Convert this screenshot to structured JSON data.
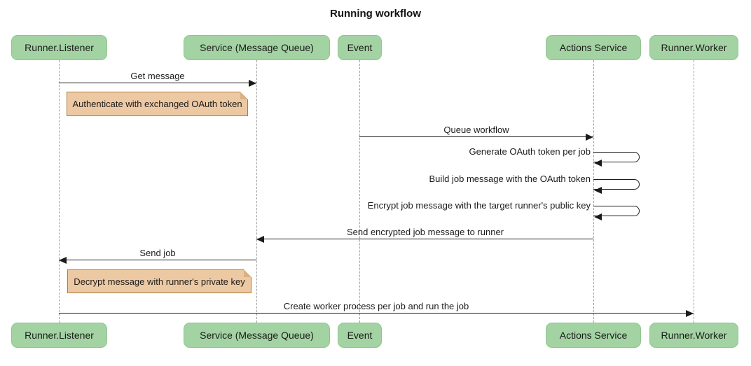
{
  "title": "Running workflow",
  "diagram_type": "sequence",
  "colors": {
    "actor_fill": "#a3d3a3",
    "actor_border": "#8fc48f",
    "note_fill": "#edc9a3",
    "note_border": "#aa7d3f",
    "note_fold": "#d9b183",
    "lifeline": "#a0a0a0",
    "arrow": "#1b1b1b"
  },
  "participants": [
    {
      "id": "runner-listener",
      "label": "Runner.Listener"
    },
    {
      "id": "service-message-queue",
      "label": "Service (Message Queue)"
    },
    {
      "id": "event",
      "label": "Event"
    },
    {
      "id": "actions-service",
      "label": "Actions Service"
    },
    {
      "id": "runner-worker",
      "label": "Runner.Worker"
    }
  ],
  "messages": [
    {
      "label": "Get message",
      "from": "Runner.Listener",
      "to": "Service (Message Queue)",
      "kind": "arrow"
    },
    {
      "label": "Queue workflow",
      "from": "Event",
      "to": "Actions Service",
      "kind": "arrow"
    },
    {
      "label": "Generate OAuth token per job",
      "from": "Actions Service",
      "to": "Actions Service",
      "kind": "self"
    },
    {
      "label": "Build job message with the OAuth token",
      "from": "Actions Service",
      "to": "Actions Service",
      "kind": "self"
    },
    {
      "label": "Encrypt job message with the target runner's public key",
      "from": "Actions Service",
      "to": "Actions Service",
      "kind": "self"
    },
    {
      "label": "Send encrypted job message to runner",
      "from": "Actions Service",
      "to": "Service (Message Queue)",
      "kind": "arrow"
    },
    {
      "label": "Send job",
      "from": "Service (Message Queue)",
      "to": "Runner.Listener",
      "kind": "arrow"
    },
    {
      "label": "Create worker process per job and run the job",
      "from": "Runner.Listener",
      "to": "Runner.Worker",
      "kind": "arrow"
    }
  ],
  "notes": [
    {
      "label": "Authenticate with exchanged OAuth token",
      "anchor": "Runner.Listener"
    },
    {
      "label": "Decrypt message with runner's private key",
      "anchor": "Runner.Listener"
    }
  ]
}
